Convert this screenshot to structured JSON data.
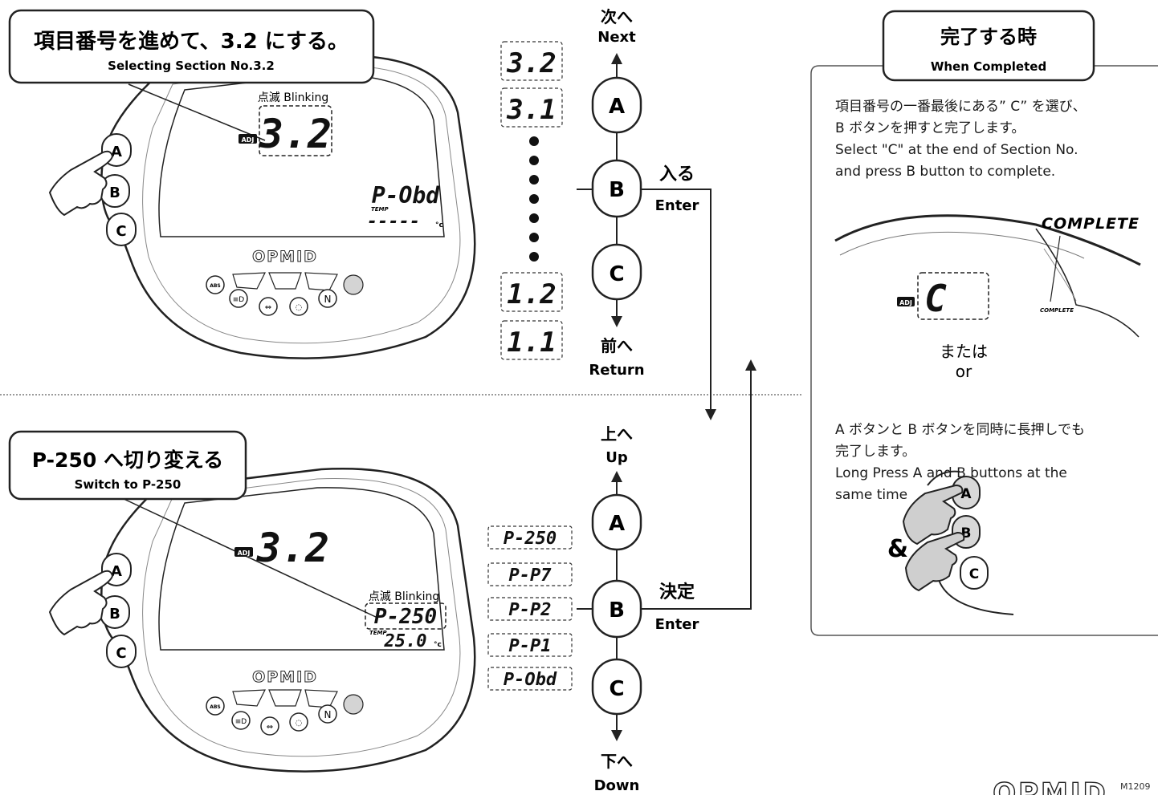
{
  "top": {
    "callout_title": "項目番号を進めて、3.2 にする。",
    "callout_subtitle": "Selecting Section No.3.2",
    "blink_label": "点滅 Blinking",
    "adj_label": "ADJ",
    "section_value": "3.2",
    "mode_value": "P-Obd",
    "temp_label": "TEMP",
    "temp_value": "-----",
    "temp_unit": "°c",
    "brand": "OPMID",
    "buttons": [
      "A",
      "B",
      "C"
    ],
    "indicators": [
      "ABS",
      "≡D",
      "⇔",
      "◌",
      "N"
    ]
  },
  "bottom": {
    "callout_title": "P-250 へ切り変える",
    "callout_subtitle": "Switch to P-250",
    "blink_label": "点滅 Blinking",
    "adj_label": "ADJ",
    "section_value": "3.2",
    "mode_value": "P-250",
    "temp_label": "TEMP",
    "temp_value": "25.0",
    "temp_unit": "°c",
    "brand": "OPMID",
    "buttons": [
      "A",
      "B",
      "C"
    ],
    "indicators": [
      "ABS",
      "≡D",
      "⇔",
      "◌",
      "N"
    ]
  },
  "top_flow": {
    "up_jp": "次へ",
    "up_en": "Next",
    "enter_jp": "入る",
    "enter_en": "Enter",
    "down_jp": "前へ",
    "down_en": "Return",
    "button_a": "A",
    "button_b": "B",
    "button_c": "C",
    "list": [
      "3.2",
      "3.1",
      "1.2",
      "1.1"
    ]
  },
  "bottom_flow": {
    "up_jp": "上へ",
    "up_en": "Up",
    "enter_jp": "決定",
    "enter_en": "Enter",
    "down_jp": "下へ",
    "down_en": "Down",
    "button_a": "A",
    "button_b": "B",
    "button_c": "C",
    "list": [
      "P-250",
      "P-P7",
      "P-P2",
      "P-P1",
      "P-Obd"
    ]
  },
  "complete_panel": {
    "title_jp": "完了する時",
    "title_en": "When Completed",
    "line1": "項目番号の一番最後にある” C” を選び、",
    "line2": "B ボタンを押すと完了します。",
    "line3": "Select \"C\" at the end of Section No.",
    "line4": "and press B button to complete.",
    "complete_big": "COMPLETE",
    "complete_small": "COMPLETE",
    "adj_label": "ADJ",
    "display_c": "C",
    "or_jp": "または",
    "or_en": "or",
    "line5": "A ボタンと B ボタンを同時に長押しでも",
    "line6": "完了します。",
    "line7": "Long Press A and B buttons at the",
    "line8": "same time",
    "ampersand": "&",
    "buttons": [
      "A",
      "B",
      "C"
    ]
  },
  "footer": {
    "brand": "OPMID",
    "model": "M1209"
  }
}
